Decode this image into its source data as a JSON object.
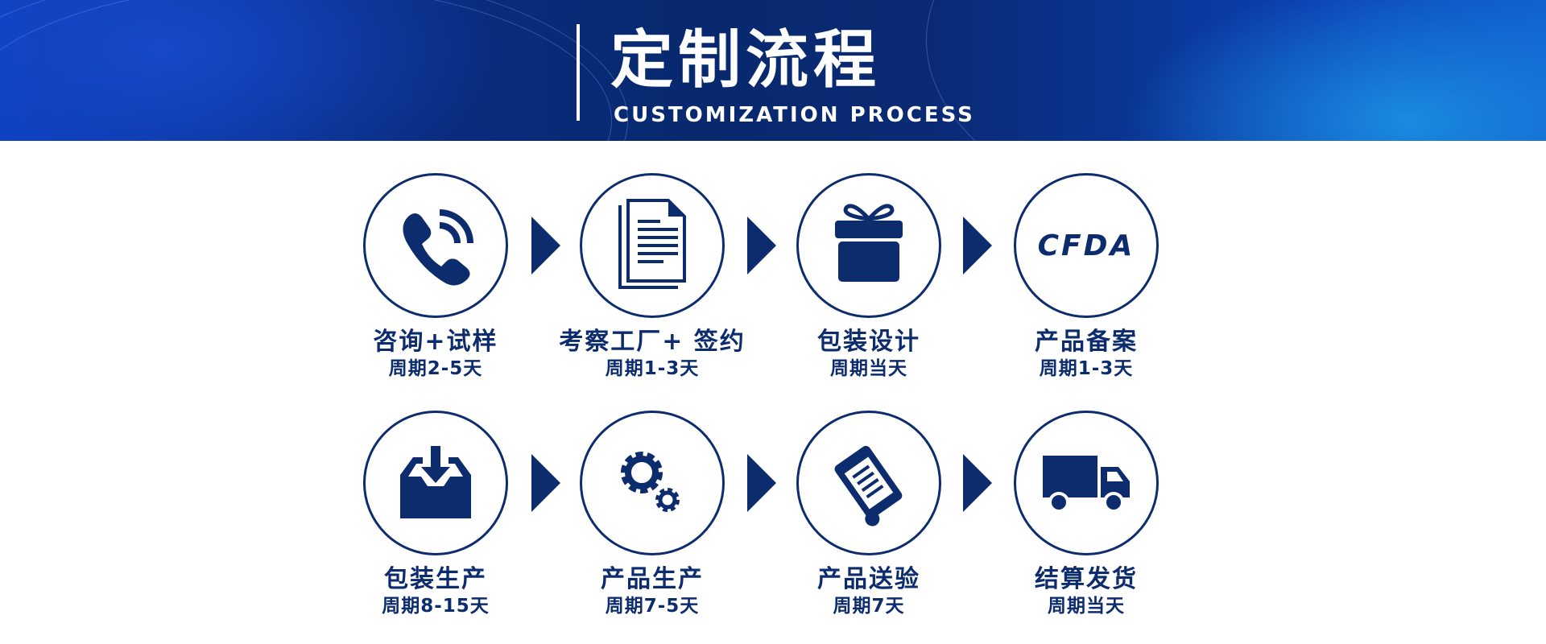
{
  "header": {
    "title": "定制流程",
    "subtitle": "CUSTOMIZATION PROCESS"
  },
  "colors": {
    "accent": "#0d2c6e",
    "banner": "#08296e"
  },
  "steps": [
    {
      "label": "咨询+试样",
      "period": "周期2-5天",
      "icon": "phone-icon"
    },
    {
      "label": "考察工厂+ 签约",
      "period": "周期1-3天",
      "icon": "document-icon"
    },
    {
      "label": "包装设计",
      "period": "周期当天",
      "icon": "gift-icon"
    },
    {
      "label": "产品备案",
      "period": "周期1-3天",
      "icon": "cfda-icon",
      "icon_text": "CFDA"
    },
    {
      "label": "包装生产",
      "period": "周期8-15天",
      "icon": "inbox-download-icon"
    },
    {
      "label": "产品生产",
      "period": "周期7-5天",
      "icon": "gears-icon"
    },
    {
      "label": "产品送验",
      "period": "周期7天",
      "icon": "scroll-icon"
    },
    {
      "label": "结算发货",
      "period": "周期当天",
      "icon": "truck-icon"
    }
  ]
}
